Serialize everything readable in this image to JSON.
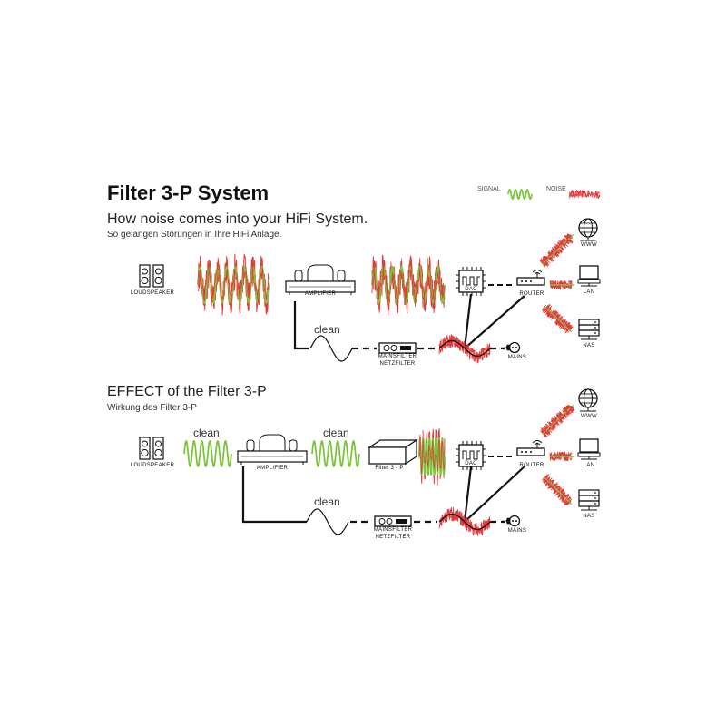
{
  "header": {
    "title": "Filter 3-P System",
    "subtitle": "How noise comes into your HiFi System.",
    "subtitle_de": "So gelangen Störungen in Ihre HiFi Anlage."
  },
  "legend": {
    "signal": "SIGNAL",
    "noise": "NOISE"
  },
  "effect": {
    "title": "EFFECT of the Filter 3-P",
    "title_de": "Wirkung des Filter 3-P"
  },
  "labels": {
    "loudspeaker": "LOUDSPEAKER",
    "amplifier": "AMPLIFIER",
    "dac": "DAC",
    "router": "ROUTER",
    "www": "WWW",
    "lan": "LAN",
    "nas": "NAS",
    "mains": "MAINS",
    "mainsfilter": "MAINSFILTER",
    "netzfilter": "NETZFILTER",
    "clean": "clean",
    "filter3p": "Filter 3 - P"
  },
  "colors": {
    "signal": "#7dc43c",
    "noise": "#e23a3a",
    "line": "#111111"
  }
}
